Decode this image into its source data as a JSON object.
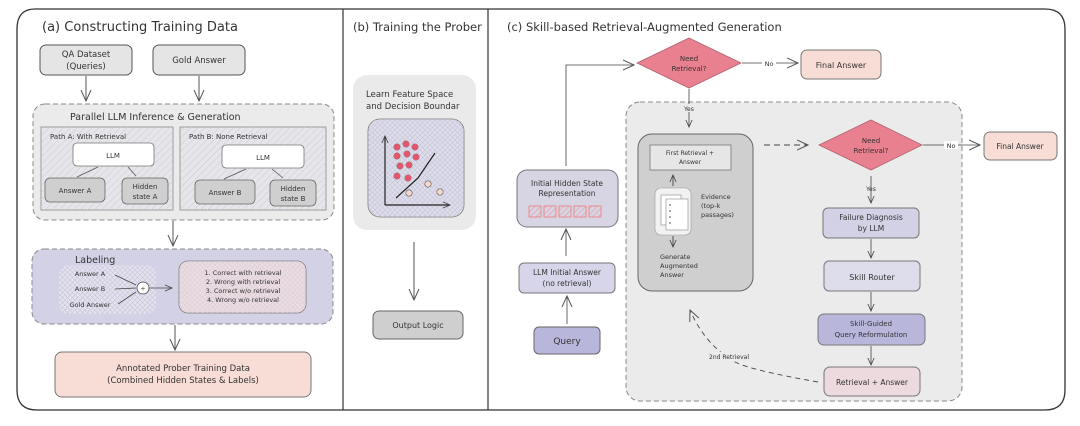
{
  "colors": {
    "frame": "#333333",
    "gray_box": "#e5e5e5",
    "dark_gray_box": "#cfcfcf",
    "dashed_region": "#ebebeb",
    "purple_region": "#d3d1e6",
    "lavender_box": "#d7d5e9",
    "purple_box": "#b9b6dc",
    "peach_box": "#f7ddd6",
    "pink_box": "#ecdade",
    "diamond": "#e9808f",
    "red_point": "#e4566b",
    "cream_point": "#f6d9cc"
  },
  "panel_a": {
    "title": "(a) Constructing Training Data",
    "qa_dataset": [
      "QA Dataset",
      "(Queries)"
    ],
    "gold_answer": "Gold Answer",
    "parallel_title": "Parallel LLM Inference & Generation",
    "path_a": {
      "title": "Path A: With Retrieval",
      "llm": "LLM",
      "answer": "Answer A",
      "hidden": [
        "Hidden",
        "state A"
      ]
    },
    "path_b": {
      "title": "Path B: None Retrieval",
      "llm": "LLM",
      "answer": "Answer B",
      "hidden": [
        "Hidden",
        "state B"
      ]
    },
    "labeling": {
      "title": "Labeling",
      "inputs": [
        "Answer A",
        "Answer B",
        "Gold Answer"
      ],
      "combine_symbol": "+",
      "labels": [
        "1. Correct with retrieval",
        "2. Wrong with retrieval",
        "3. Correct w/o retrieval",
        "4. Wrong w/o retrieval"
      ]
    },
    "annotated": [
      "Annotated Prober Training Data",
      "(Combined Hidden States & Labels)"
    ]
  },
  "panel_b": {
    "title": "(b) Training the Prober",
    "feature_title": [
      "Learn Feature Space",
      "and Decision Boundar"
    ],
    "output_logic": "Output Logic"
  },
  "panel_c": {
    "title": "(c) Skill-based Retrieval-Augmented Generation",
    "diamond_top": [
      "Need",
      "Retrieval?"
    ],
    "no_label_top": "No",
    "final_answer_top": "Final Answer",
    "yes_label_top": "Yes",
    "initial_hidden": [
      "Initial Hidden State",
      "Representation"
    ],
    "llm_initial": [
      "LLM Initial Answer",
      "(no retrieval)"
    ],
    "query": "Query",
    "first_retrieval": [
      "First Retrieval +",
      "Answer"
    ],
    "evidence": [
      "Evidence",
      "(top-k",
      "passages)"
    ],
    "generate": [
      "Generate",
      "Augmented",
      "Answer"
    ],
    "diamond_inner": [
      "Need",
      "Retrieval?"
    ],
    "no_label_inner": "No",
    "final_answer_inner": "Final Answer",
    "yes_label_inner": "Yes",
    "failure_diagnosis": [
      "Failure Diagnosis",
      "by LLM"
    ],
    "skill_router": "Skill Router",
    "skill_guided": [
      "Skill-Guided",
      "Query Reformulation"
    ],
    "retrieval_answer": "Retrieval + Answer",
    "second_retrieval": "2nd Retrieval"
  }
}
